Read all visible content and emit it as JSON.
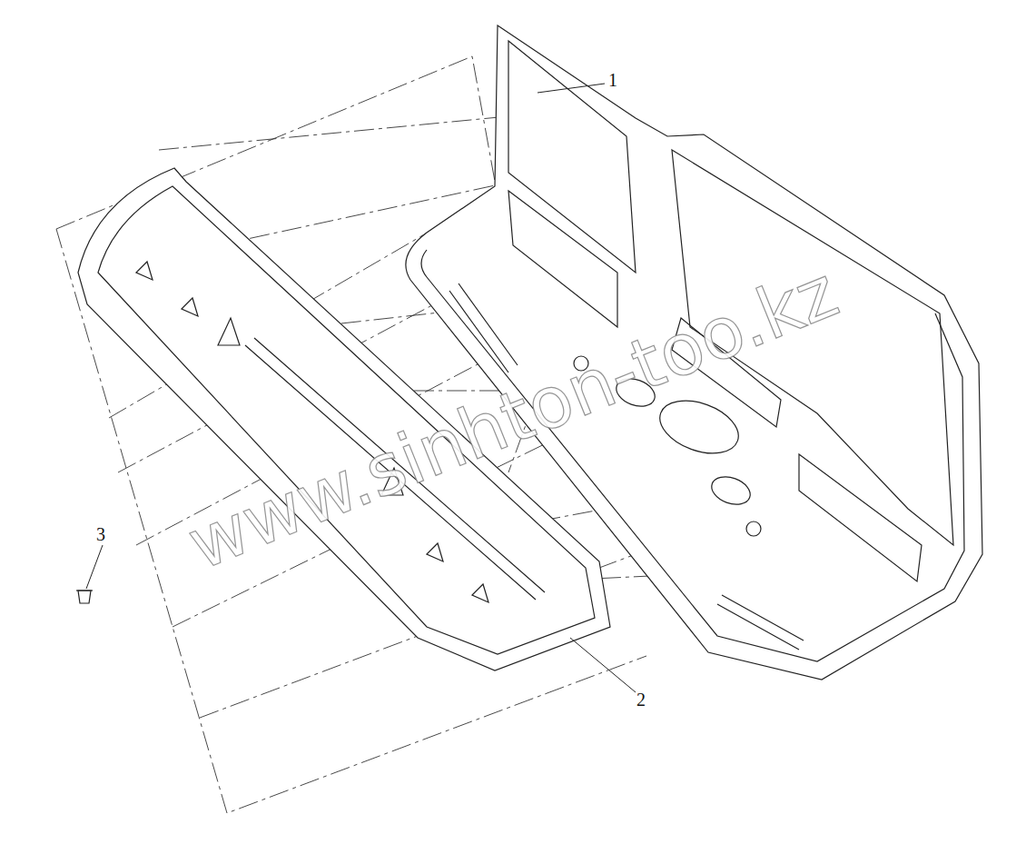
{
  "diagram": {
    "labels": [
      "1",
      "2",
      "3",
      "www.sinhton-too.kz"
    ]
  }
}
